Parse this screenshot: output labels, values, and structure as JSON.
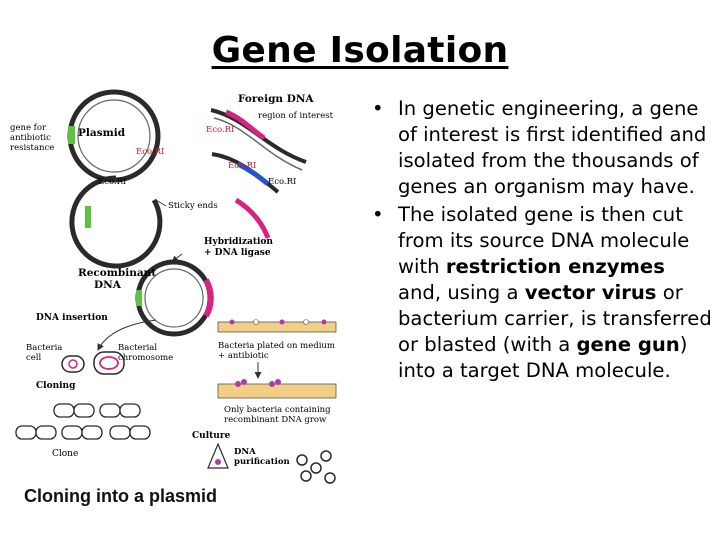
{
  "slide": {
    "title": "Gene Isolation",
    "bullets": [
      {
        "parts": [
          {
            "text": "In genetic engineering, a gene of interest is first identified and isolated from the thousands of genes an organism may have.",
            "bold": false
          }
        ]
      },
      {
        "parts": [
          {
            "text": "The isolated gene is then cut from its source DNA molecule with ",
            "bold": false
          },
          {
            "text": "restriction enzymes",
            "bold": true
          },
          {
            "text": " and, using a ",
            "bold": false
          },
          {
            "text": "vector virus",
            "bold": true
          },
          {
            "text": " or bacterium carrier, is transferred or blasted (with a ",
            "bold": false
          },
          {
            "text": "gene gun",
            "bold": true
          },
          {
            "text": ") into a target DNA molecule.",
            "bold": false
          }
        ]
      }
    ],
    "bullet_char": "•"
  },
  "figure": {
    "caption": "Cloning into a plasmid",
    "labels": {
      "plasmid": "Plasmid",
      "gene_for_resistance": [
        "gene for",
        "antibiotic",
        "resistance"
      ],
      "eco_ri_top": "Eco.RI",
      "foreign_dna": "Foreign DNA",
      "region_of_interest": "region of interest",
      "eco_ri_a": "Eco.RI",
      "eco_ri_b": "Eco.RI",
      "eco_ri_c": "Eco.RI",
      "eco_ri_left": "Eco.RI",
      "sticky_ends": "Sticky ends",
      "hybridization": [
        "Hybridization",
        "+ DNA ligase"
      ],
      "recombinant": [
        "Recombinant",
        "DNA"
      ],
      "dna_insertion": "DNA insertion",
      "bacteria_cell": [
        "Bacteria",
        "cell"
      ],
      "bacterial_chromosome": [
        "Bacterial",
        "chromosome"
      ],
      "plated": [
        "Bacteria plated on medium",
        "+ antibiotic"
      ],
      "cloning": "Cloning",
      "only_bacteria": [
        "Only bacteria containing",
        "recombinant DNA grow"
      ],
      "clone": "Clone",
      "culture": "Culture",
      "purification": [
        "DNA",
        "purification"
      ]
    },
    "colors": {
      "strand": "#2a2a2a",
      "insert_magenta": "#d6247f",
      "insert_blue": "#2454c8",
      "resistance_green": "#5cc43c",
      "agar_plate": "#f2cf86",
      "colony": "#b03aa8",
      "eco_label": "#c0162b"
    }
  }
}
